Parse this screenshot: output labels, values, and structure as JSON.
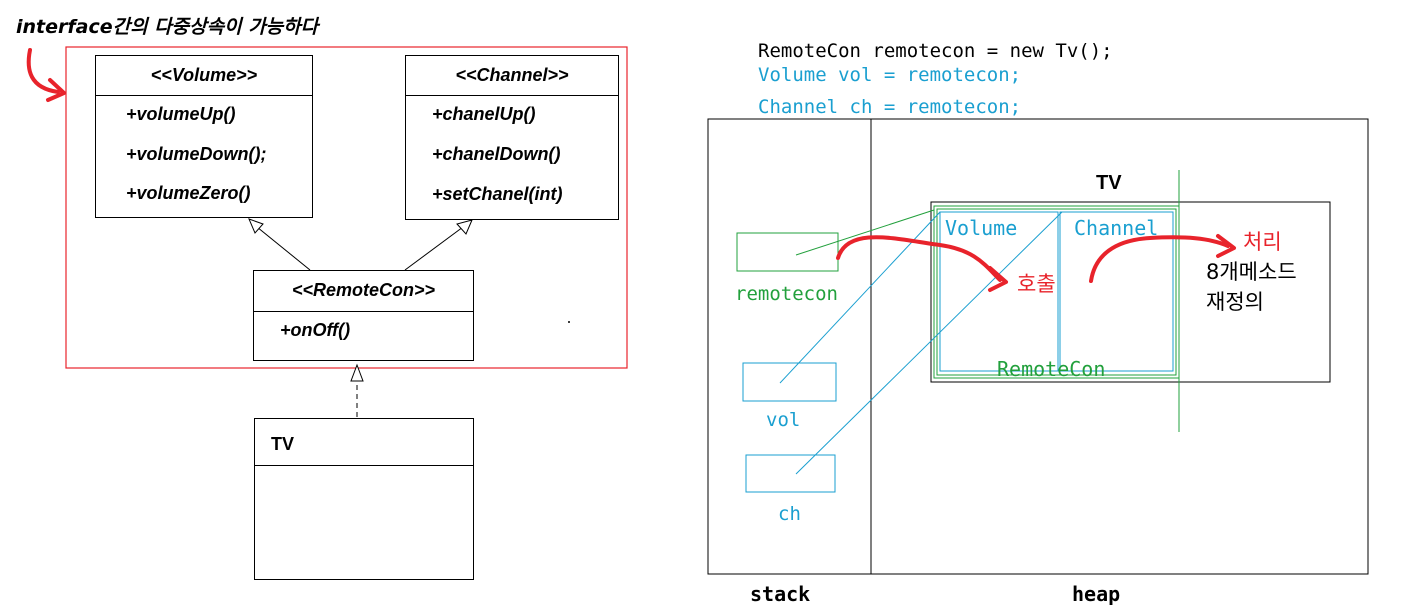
{
  "title": "interface간의 다중상속이 가능하다",
  "uml": {
    "volume": {
      "name": "<<Volume>>",
      "methods": [
        "+volumeUp()",
        "+volumeDown();",
        "+volumeZero()"
      ]
    },
    "channel": {
      "name": "<<Channel>>",
      "methods": [
        "+chanelUp()",
        "+chanelDown()",
        "+setChanel(int)"
      ]
    },
    "remotecon": {
      "name": "<<RemoteCon>>",
      "methods": [
        "+onOff()"
      ]
    },
    "tv": {
      "name": "TV"
    }
  },
  "code": {
    "line1": "RemoteCon  remotecon = new Tv();",
    "line2": "Volume vol = remotecon;",
    "line3": "Channel ch = remotecon;"
  },
  "memory": {
    "tv_label": "TV",
    "volume_label": "Volume",
    "channel_label": "Channel",
    "remotecon_label": "RemoteCon",
    "var_remotecon": "remotecon",
    "var_vol": "vol",
    "var_ch": "ch",
    "call_label": "호출",
    "handle_label": "처리",
    "override_line1": "8개메소드",
    "override_line2": "재정의",
    "stack_label": "stack",
    "heap_label": "heap"
  },
  "colors": {
    "red": "#e8232b",
    "green": "#22a03c",
    "blue": "#1a9fd0",
    "black": "#000000"
  }
}
